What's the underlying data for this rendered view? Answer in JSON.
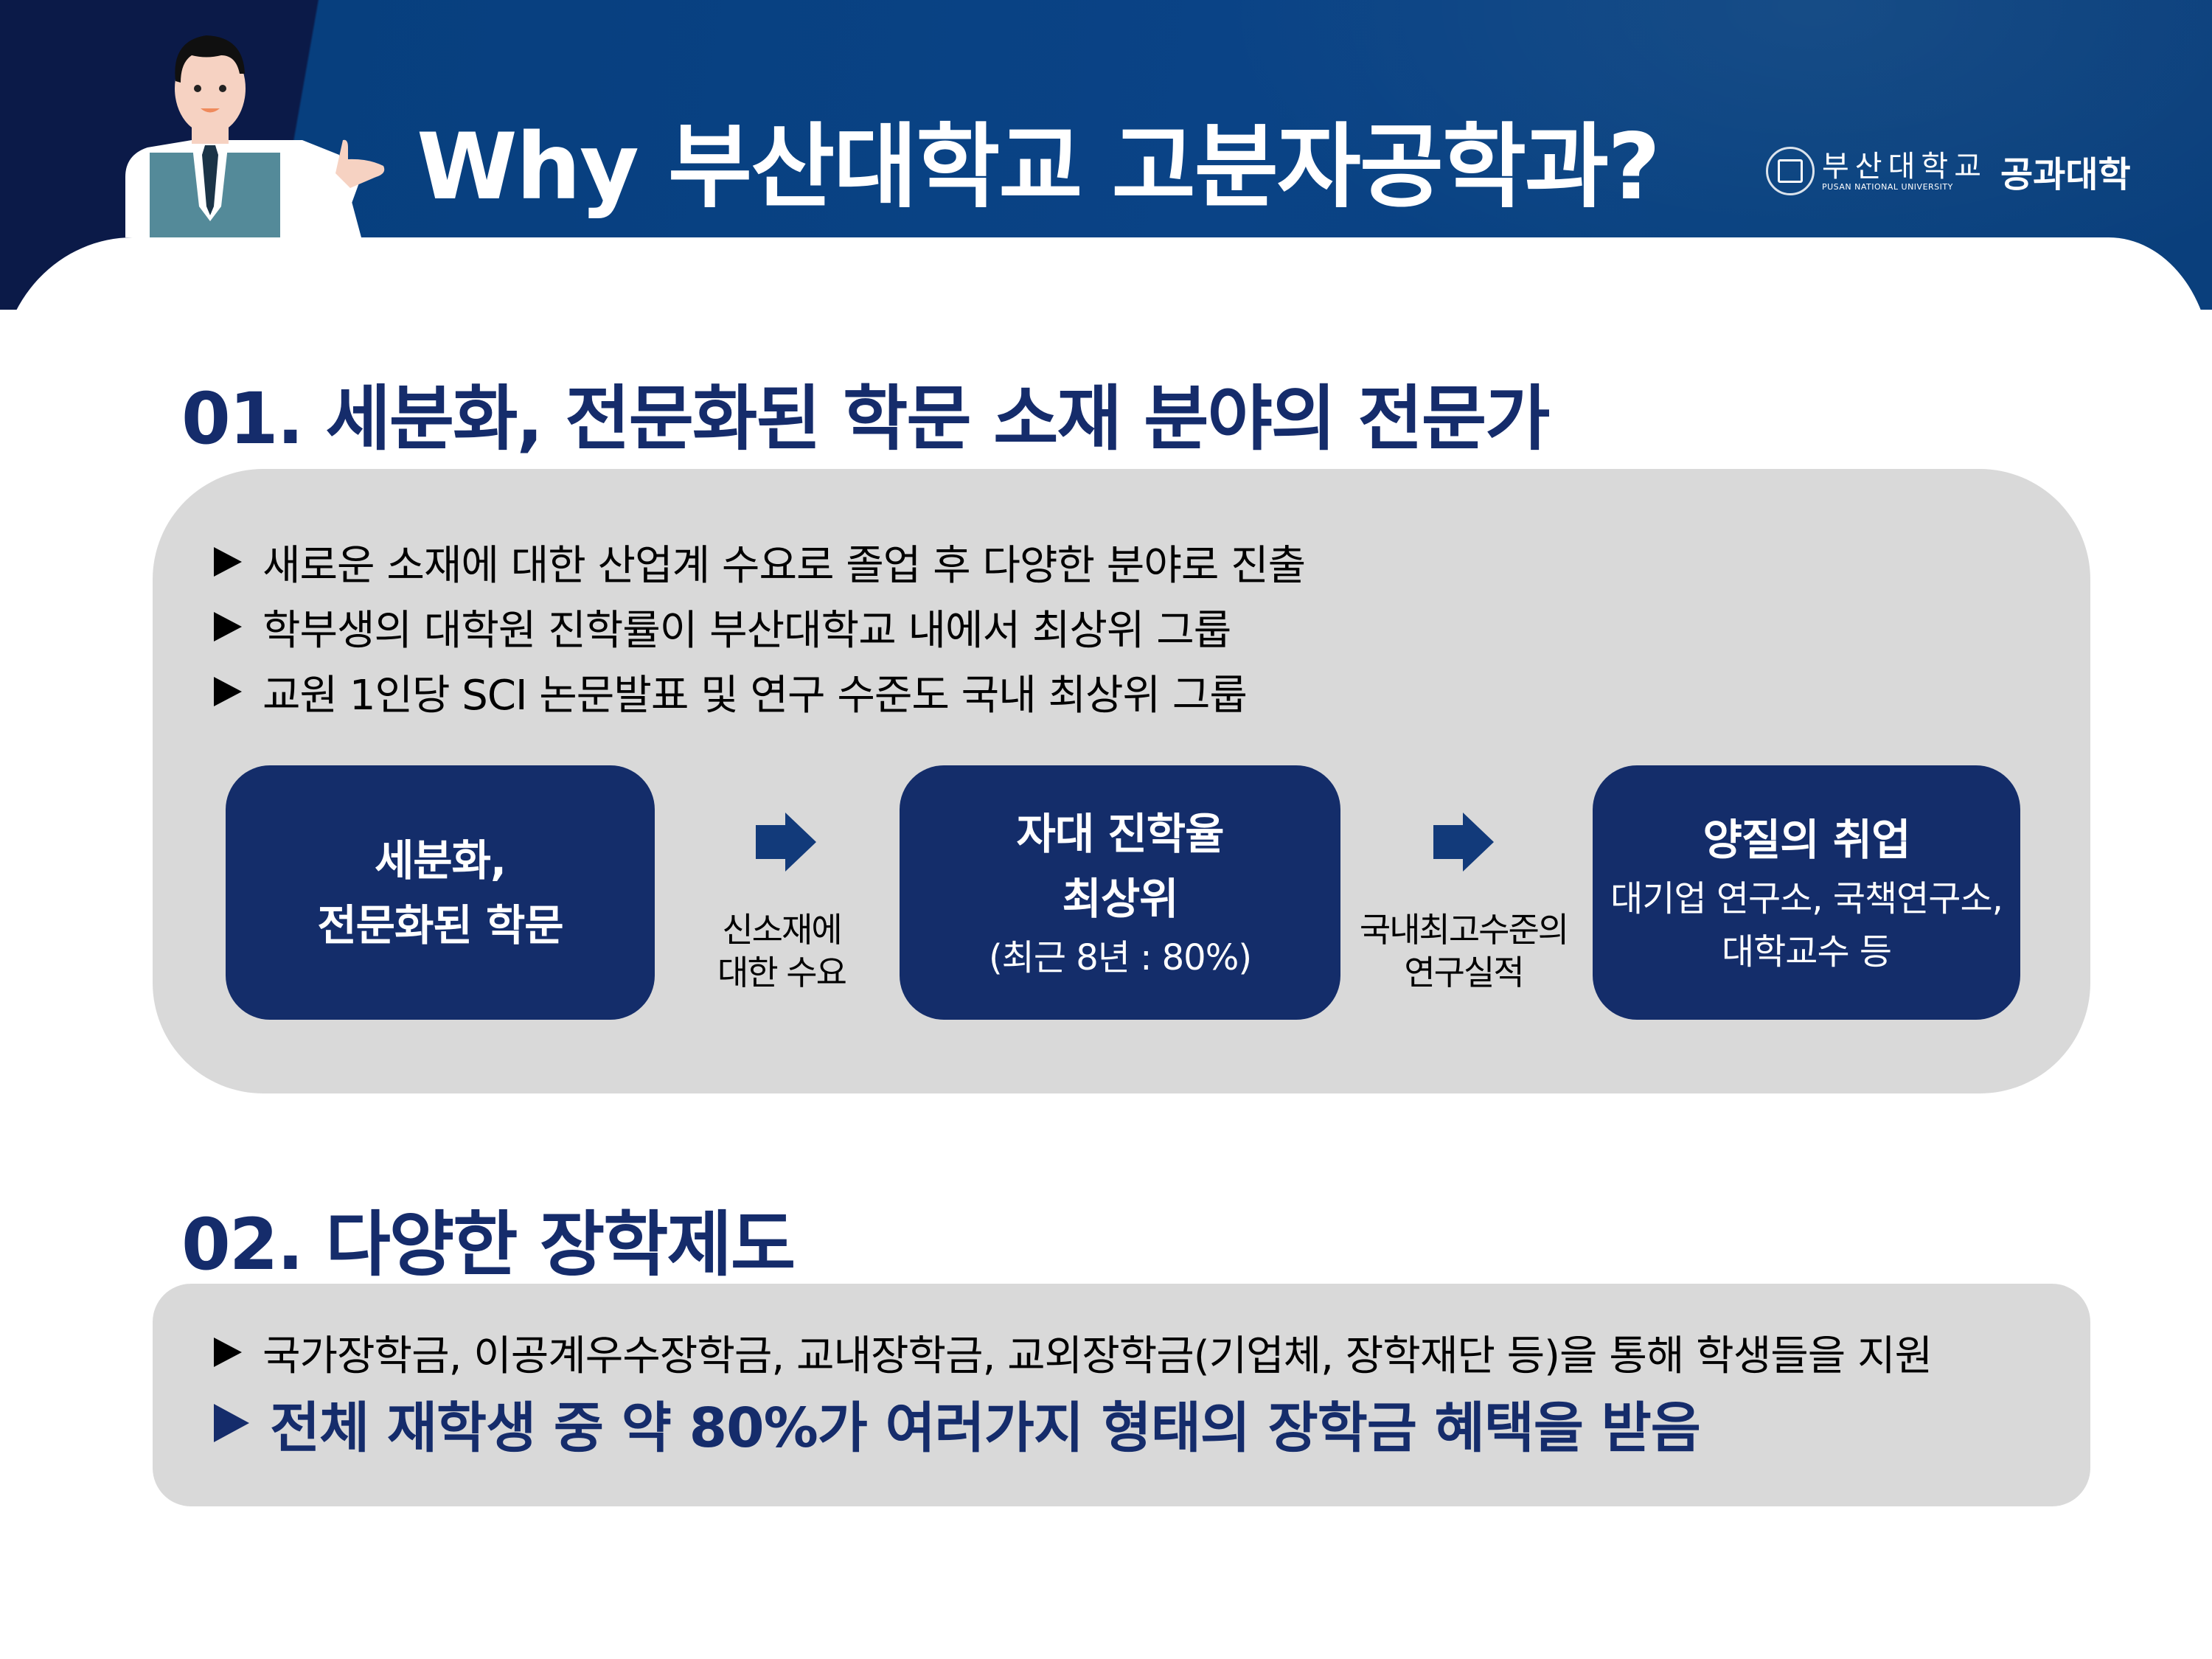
{
  "header": {
    "title": "Why 부산대학교 고분자공학과?",
    "logo": {
      "university_ko": "부산대학교",
      "university_en": "PUSAN NATIONAL UNIVERSITY",
      "college": "공과대학"
    }
  },
  "section1": {
    "title": "01. 세분화, 전문화된 학문 소재 분야의 전문가",
    "bullets": [
      "새로운 소재에 대한 산업계 수요로 졸업 후 다양한 분야로 진출",
      "학부생의 대학원 진학률이 부산대학교 내에서 최상위 그룹",
      "교원 1인당 SCI 논문발표 및 연구 수준도 국내 최상위 그룹"
    ],
    "flow": {
      "box1": {
        "line1": "세분화,",
        "line2": "전문화된 학문"
      },
      "arrow1_label": {
        "line1": "신소재에",
        "line2": "대한 수요"
      },
      "box2": {
        "line1": "자대 진학율",
        "line2": "최상위",
        "line3": "(최근 8년 : 80%)"
      },
      "arrow2_label": {
        "line1": "국내최고수준의",
        "line2": "연구실적"
      },
      "box3": {
        "line1": "양질의 취업",
        "line2": "대기업 연구소, 국책연구소,",
        "line3": "대학교수 등"
      }
    }
  },
  "section2": {
    "title": "02. 다양한 장학제도",
    "bullets": [
      "국가장학금, 이공계우수장학금, 교내장학금, 교외장학금(기업체, 장학재단 등)을 통해 학생들을 지원"
    ],
    "highlight": "전체 재학생 중 약 80%가 여러가지 형태의 장학금 혜택을 받음"
  },
  "colors": {
    "navy": "#142d6a",
    "header_blue": "#0a4386",
    "header_dark": "#0b1a48",
    "gray_box": "#d9d9d9"
  }
}
